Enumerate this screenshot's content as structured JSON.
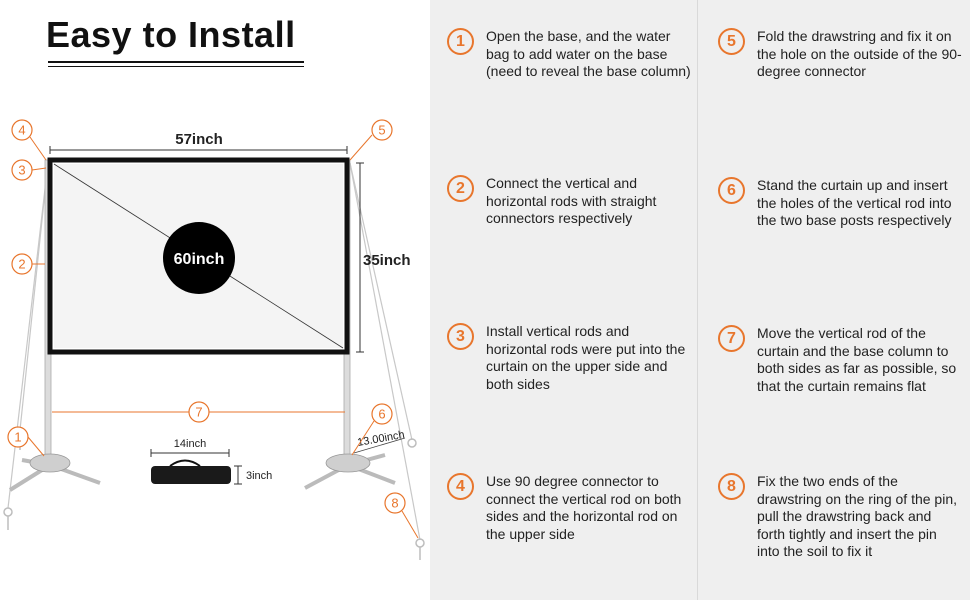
{
  "title": "Easy to Install",
  "colors": {
    "accent": "#e8762d",
    "panel_bg": "#efefef",
    "screen_frame": "#111111"
  },
  "diagram": {
    "width_label": "57inch",
    "height_label": "35inch",
    "diagonal_label": "60inch",
    "bag_width_label": "14inch",
    "bag_height_label": "3inch",
    "base_label": "13.00inch",
    "callouts": [
      "1",
      "2",
      "3",
      "4",
      "5",
      "6",
      "7",
      "8"
    ]
  },
  "steps": [
    {
      "num": "1",
      "text": "Open the base, and the water bag to add water on the base (need to reveal the base column)"
    },
    {
      "num": "2",
      "text": "Connect the vertical and horizontal rods with straight connectors respectively"
    },
    {
      "num": "3",
      "text": "Install vertical rods and horizontal rods were put into the curtain on the upper side and both sides"
    },
    {
      "num": "4",
      "text": "Use 90 degree connector to connect the vertical rod on both sides and the horizontal rod on the upper side"
    },
    {
      "num": "5",
      "text": "Fold the drawstring and fix it on the hole on the outside of the 90-degree connector"
    },
    {
      "num": "6",
      "text": "Stand the curtain up and insert the holes of the vertical rod into the two base posts respectively"
    },
    {
      "num": "7",
      "text": "Move the vertical rod of the curtain and the base column to both sides as far as possible, so that the curtain remains flat"
    },
    {
      "num": "8",
      "text": "Fix the two ends of the drawstring on the ring of the pin, pull the drawstring back and forth tightly and insert the pin into the soil to fix it"
    }
  ]
}
